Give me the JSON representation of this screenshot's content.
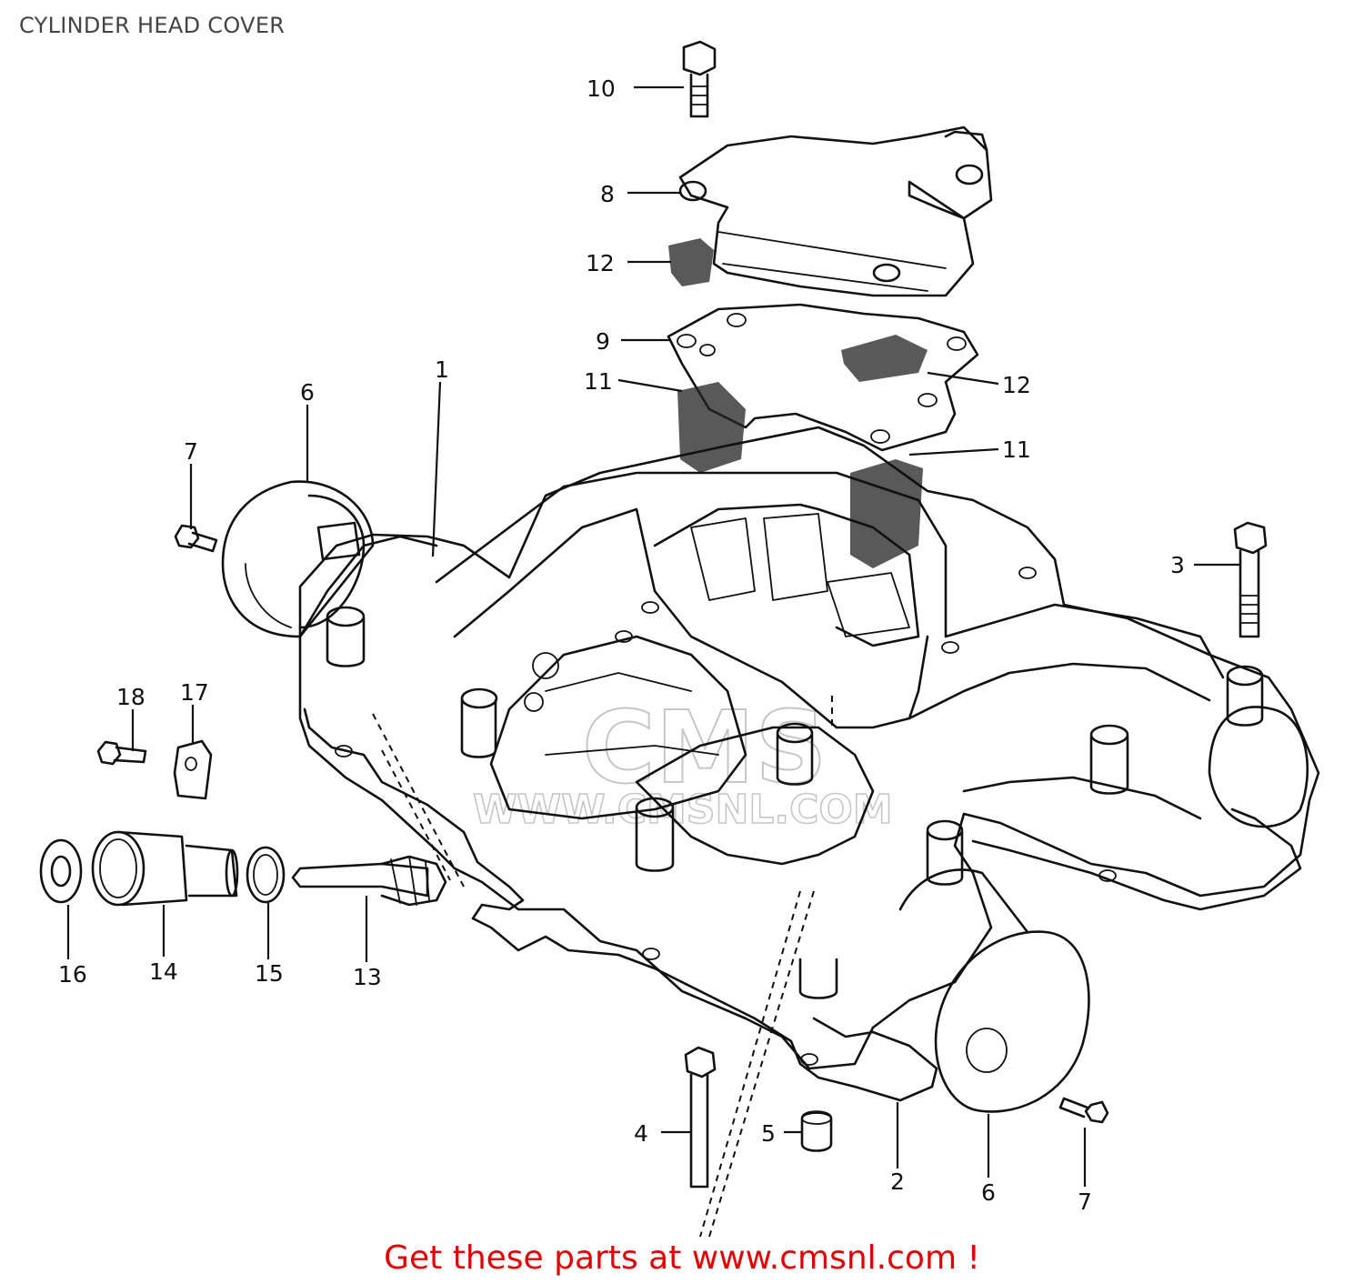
{
  "title": "CYLINDER HEAD COVER",
  "watermark": {
    "logo_text": "CMS",
    "url_text": "WWW.CMSNL.COM"
  },
  "callouts": [
    {
      "id": "c10",
      "label": "10"
    },
    {
      "id": "c8",
      "label": "8"
    },
    {
      "id": "c12a",
      "label": "12"
    },
    {
      "id": "c9",
      "label": "9"
    },
    {
      "id": "c11a",
      "label": "11"
    },
    {
      "id": "c12b",
      "label": "12"
    },
    {
      "id": "c11b",
      "label": "11"
    },
    {
      "id": "c1",
      "label": "1"
    },
    {
      "id": "c6a",
      "label": "6"
    },
    {
      "id": "c7a",
      "label": "7"
    },
    {
      "id": "c3",
      "label": "3"
    },
    {
      "id": "c18",
      "label": "18"
    },
    {
      "id": "c17",
      "label": "17"
    },
    {
      "id": "c16",
      "label": "16"
    },
    {
      "id": "c14",
      "label": "14"
    },
    {
      "id": "c15",
      "label": "15"
    },
    {
      "id": "c13",
      "label": "13"
    },
    {
      "id": "c4",
      "label": "4"
    },
    {
      "id": "c5",
      "label": "5"
    },
    {
      "id": "c2",
      "label": "2"
    },
    {
      "id": "c6b",
      "label": "6"
    },
    {
      "id": "c7b",
      "label": "7"
    }
  ],
  "footer": "Get these parts at www.cmsnl.com !"
}
